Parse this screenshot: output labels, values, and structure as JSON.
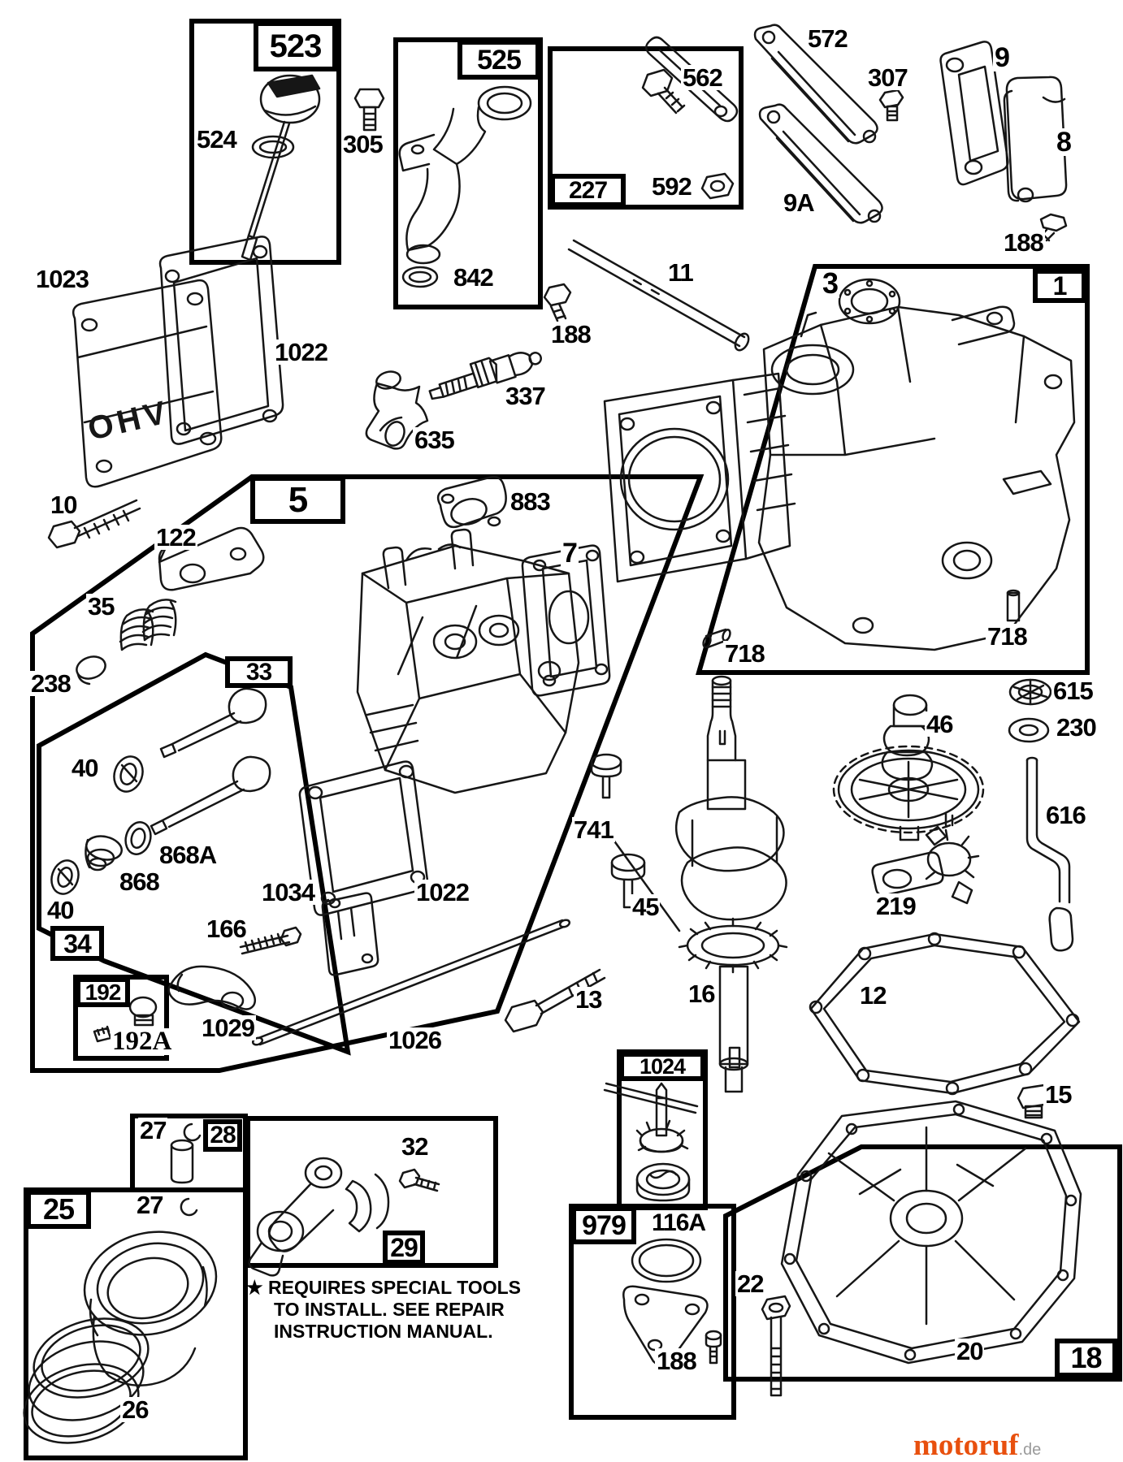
{
  "figure": {
    "kind": "exploded-engine-parts-diagram",
    "line_color": "#161616",
    "background": "#ffffff"
  },
  "labels": {
    "box523": "523",
    "l524": "524",
    "l305": "305",
    "box525": "525",
    "l842": "842",
    "box227": "227",
    "l562": "562",
    "l592": "592",
    "l572": "572",
    "l307": "307",
    "l9a": "9A",
    "l9": "9",
    "l8": "8",
    "l188_top": "188",
    "l11": "11",
    "l3": "3",
    "box1": "1",
    "l718_left": "718",
    "l718_right": "718",
    "l1023": "1023",
    "l1022_top": "1022",
    "l10": "10",
    "l337": "337",
    "l635": "635",
    "l188_mid": "188",
    "box5": "5",
    "l122": "122",
    "l35": "35",
    "l238": "238",
    "l883": "883",
    "l7": "7",
    "box33": "33",
    "l40_a": "40",
    "l868a": "868A",
    "l868": "868",
    "l40_b": "40",
    "box34": "34",
    "l166": "166",
    "l1034": "1034",
    "l1022_bottom": "1022",
    "box192": "192",
    "l192a": "192A",
    "l1029": "1029",
    "l1026": "1026",
    "l13": "13",
    "l45": "45",
    "l741": "741",
    "l16": "16",
    "l46": "46",
    "l615": "615",
    "l230": "230",
    "l616": "616",
    "l219": "219",
    "l12": "12",
    "l15": "15",
    "box1024": "1024",
    "box979": "979",
    "l116a": "116A",
    "l188_bottom": "188",
    "l22": "22",
    "l20": "20",
    "box18": "18",
    "l27_a": "27",
    "box28": "28",
    "l27_b": "27",
    "box25": "25",
    "l26": "26",
    "l32": "32",
    "box29": "29"
  },
  "cover_text": "OHV",
  "note": {
    "star": "★",
    "line1": "REQUIRES SPECIAL TOOLS",
    "line2": "TO INSTALL.  SEE REPAIR",
    "line3": "INSTRUCTION MANUAL."
  },
  "logo": {
    "brand": "motoruf",
    "tld": ".de",
    "brand_color": "#e8500e",
    "tld_color": "#9a9a9a"
  }
}
